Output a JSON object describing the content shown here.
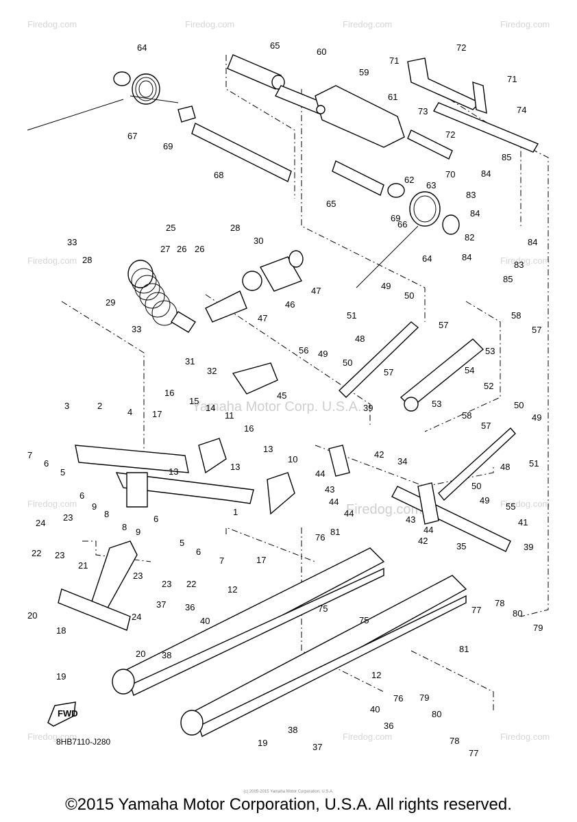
{
  "diagram": {
    "code": "8HB7110-J280",
    "fwd_label": "FWD",
    "watermark_logo": "Firedog.com",
    "watermark_text": "Yamaha Motor Corp. U.S.A.",
    "parts": [
      {
        "id": "1",
        "label": "1"
      },
      {
        "id": "2",
        "label": "2"
      },
      {
        "id": "3",
        "label": "3"
      },
      {
        "id": "4",
        "label": "4"
      },
      {
        "id": "5",
        "label": "5"
      },
      {
        "id": "6",
        "label": "6"
      },
      {
        "id": "7",
        "label": "7"
      },
      {
        "id": "8",
        "label": "8"
      },
      {
        "id": "9",
        "label": "9"
      },
      {
        "id": "10",
        "label": "10"
      },
      {
        "id": "11",
        "label": "11"
      },
      {
        "id": "12",
        "label": "12"
      },
      {
        "id": "13",
        "label": "13"
      },
      {
        "id": "14",
        "label": "14"
      },
      {
        "id": "15",
        "label": "15"
      },
      {
        "id": "16",
        "label": "16"
      },
      {
        "id": "17",
        "label": "17"
      },
      {
        "id": "18",
        "label": "18"
      },
      {
        "id": "19",
        "label": "19"
      },
      {
        "id": "20",
        "label": "20"
      },
      {
        "id": "21",
        "label": "21"
      },
      {
        "id": "22",
        "label": "22"
      },
      {
        "id": "23",
        "label": "23"
      },
      {
        "id": "24",
        "label": "24"
      },
      {
        "id": "25",
        "label": "25"
      },
      {
        "id": "26",
        "label": "26"
      },
      {
        "id": "27",
        "label": "27"
      },
      {
        "id": "28",
        "label": "28"
      },
      {
        "id": "29",
        "label": "29"
      },
      {
        "id": "30",
        "label": "30"
      },
      {
        "id": "31",
        "label": "31"
      },
      {
        "id": "32",
        "label": "32"
      },
      {
        "id": "33",
        "label": "33"
      },
      {
        "id": "34",
        "label": "34"
      },
      {
        "id": "35",
        "label": "35"
      },
      {
        "id": "36",
        "label": "36"
      },
      {
        "id": "37",
        "label": "37"
      },
      {
        "id": "38",
        "label": "38"
      },
      {
        "id": "39",
        "label": "39"
      },
      {
        "id": "40",
        "label": "40"
      },
      {
        "id": "41",
        "label": "41"
      },
      {
        "id": "42",
        "label": "42"
      },
      {
        "id": "43",
        "label": "43"
      },
      {
        "id": "44",
        "label": "44"
      },
      {
        "id": "45",
        "label": "45"
      },
      {
        "id": "46",
        "label": "46"
      },
      {
        "id": "47",
        "label": "47"
      },
      {
        "id": "48",
        "label": "48"
      },
      {
        "id": "49",
        "label": "49"
      },
      {
        "id": "50",
        "label": "50"
      },
      {
        "id": "51",
        "label": "51"
      },
      {
        "id": "52",
        "label": "52"
      },
      {
        "id": "53",
        "label": "53"
      },
      {
        "id": "54",
        "label": "54"
      },
      {
        "id": "55",
        "label": "55"
      },
      {
        "id": "56",
        "label": "56"
      },
      {
        "id": "57",
        "label": "57"
      },
      {
        "id": "58",
        "label": "58"
      },
      {
        "id": "59",
        "label": "59"
      },
      {
        "id": "60",
        "label": "60"
      },
      {
        "id": "61",
        "label": "61"
      },
      {
        "id": "62",
        "label": "62"
      },
      {
        "id": "63",
        "label": "63"
      },
      {
        "id": "64",
        "label": "64"
      },
      {
        "id": "65",
        "label": "65"
      },
      {
        "id": "66",
        "label": "66"
      },
      {
        "id": "67",
        "label": "67"
      },
      {
        "id": "68",
        "label": "68"
      },
      {
        "id": "69",
        "label": "69"
      },
      {
        "id": "70",
        "label": "70"
      },
      {
        "id": "71",
        "label": "71"
      },
      {
        "id": "72",
        "label": "72"
      },
      {
        "id": "73",
        "label": "73"
      },
      {
        "id": "74",
        "label": "74"
      },
      {
        "id": "75",
        "label": "75"
      },
      {
        "id": "76",
        "label": "76"
      },
      {
        "id": "77",
        "label": "77"
      },
      {
        "id": "78",
        "label": "78"
      },
      {
        "id": "79",
        "label": "79"
      },
      {
        "id": "80",
        "label": "80"
      },
      {
        "id": "81",
        "label": "81"
      },
      {
        "id": "82",
        "label": "82"
      },
      {
        "id": "83",
        "label": "83"
      },
      {
        "id": "84",
        "label": "84"
      },
      {
        "id": "85",
        "label": "85"
      }
    ]
  },
  "footer": {
    "copyright": "©2015 Yamaha Motor Corporation, U.S.A. All rights reserved.",
    "small_copyright": "(c) 2005-2015 Yamaha Motor Corporation, U.S.A."
  }
}
